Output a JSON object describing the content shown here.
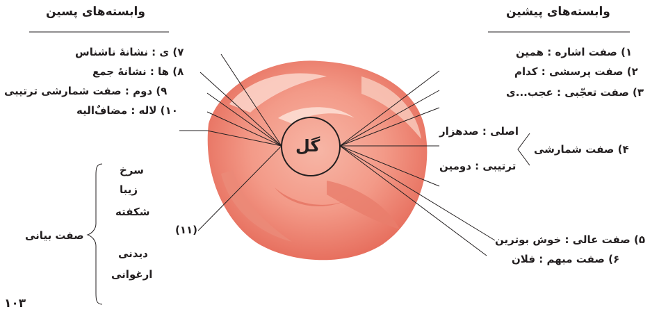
{
  "headers": {
    "left": "وابسته‌های پسین",
    "right": "وابسته‌های پیشین"
  },
  "center_word": "گل",
  "left_items": [
    "۷) ی : نشانهٔ ناشناس",
    "۸) ها : نشانهٔ جمع",
    "۹) دوم : صفت شمارشی ترتیبی",
    "۱۰) لاله : مضافٌ‌الیه"
  ],
  "item_11": "(۱۱)",
  "descriptive": {
    "label": "صفت بیانی",
    "words": [
      "سرخ",
      "زیبا",
      "شکفته",
      "دیدنی",
      "ارغوانی"
    ]
  },
  "right_items": [
    "۱) صفت اشاره : همین",
    "۲) صفت پرسشی : کدام",
    "۳) صفت تعجّبی : عجب...ی",
    "۵) صفت عالی : خوش بوترین",
    "۶) صفت مبهم : فلان"
  ],
  "numeral": {
    "label": "۴) صفت شمارشی",
    "cardinal": "اصلی : صدهزار",
    "ordinal": "ترتیبی : دومین"
  },
  "page_number": "۱۰۳"
}
